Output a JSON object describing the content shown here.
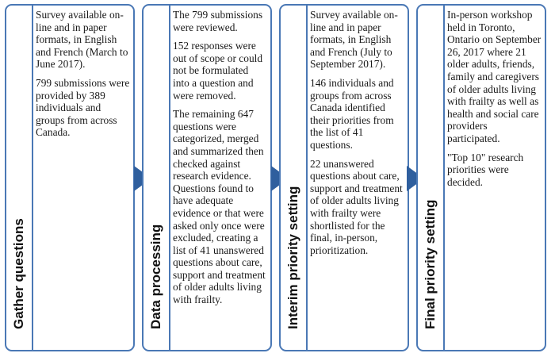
{
  "stages": [
    {
      "title": "Gather questions",
      "paragraphs": [
        "Survey available on-line and in paper formats, in English and French (March to June 2017).",
        "799 submissions were provided by 389 individuals and groups from across Canada."
      ]
    },
    {
      "title": "Data processing",
      "paragraphs": [
        "The 799 submissions were reviewed.",
        "152 responses were out of scope or could not be formulated into a question  and were removed.",
        "The remaining 647 questions were categorized, merged and summarized then checked against research evidence. Questions found to have adequate evidence or that were asked only once were excluded, creating a list of 41 unanswered questions about care, support and treatment of older adults living with frailty."
      ]
    },
    {
      "title": "Interim priority setting",
      "paragraphs": [
        "Survey available on-line and in paper formats, in English and French (July to September 2017).",
        "146 individuals and groups from across Canada identified their priorities from the list of 41 questions.",
        "22 unanswered questions about care, support and treatment of older adults living with frailty were shortlisted for the final, in-person, prioritization."
      ]
    },
    {
      "title": "Final priority setting",
      "paragraphs": [
        "In-person workshop held in Toronto, Ontario on September 26, 2017 where 21 older adults, friends, family and caregivers of older adults living with frailty  as well as health and social care providers participated.",
        "\"Top 10\" research priorities were decided."
      ]
    }
  ],
  "colors": {
    "border": "#4a78b5",
    "arrow": "#2f5f9e"
  }
}
